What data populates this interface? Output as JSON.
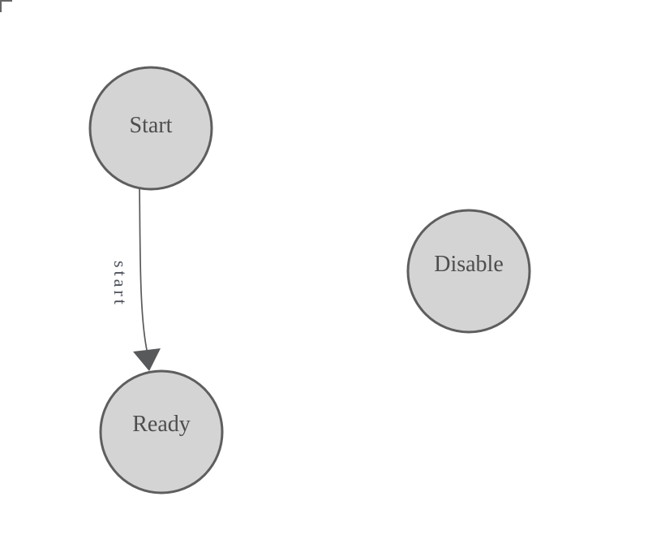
{
  "diagram": {
    "type": "state-machine",
    "background": "#ffffff",
    "colors": {
      "node_fill": "#d4d4d4",
      "node_stroke": "#5e5e5e",
      "node_label": "#4d4d4d",
      "edge_stroke": "#58595b",
      "edge_label": "#4d525b",
      "corner_mark": "#666666"
    },
    "nodes": [
      {
        "id": "start",
        "label": "Start"
      },
      {
        "id": "ready",
        "label": "Ready"
      },
      {
        "id": "disable",
        "label": "Disable"
      }
    ],
    "edges": [
      {
        "from": "start",
        "to": "ready",
        "label": "start"
      }
    ]
  }
}
